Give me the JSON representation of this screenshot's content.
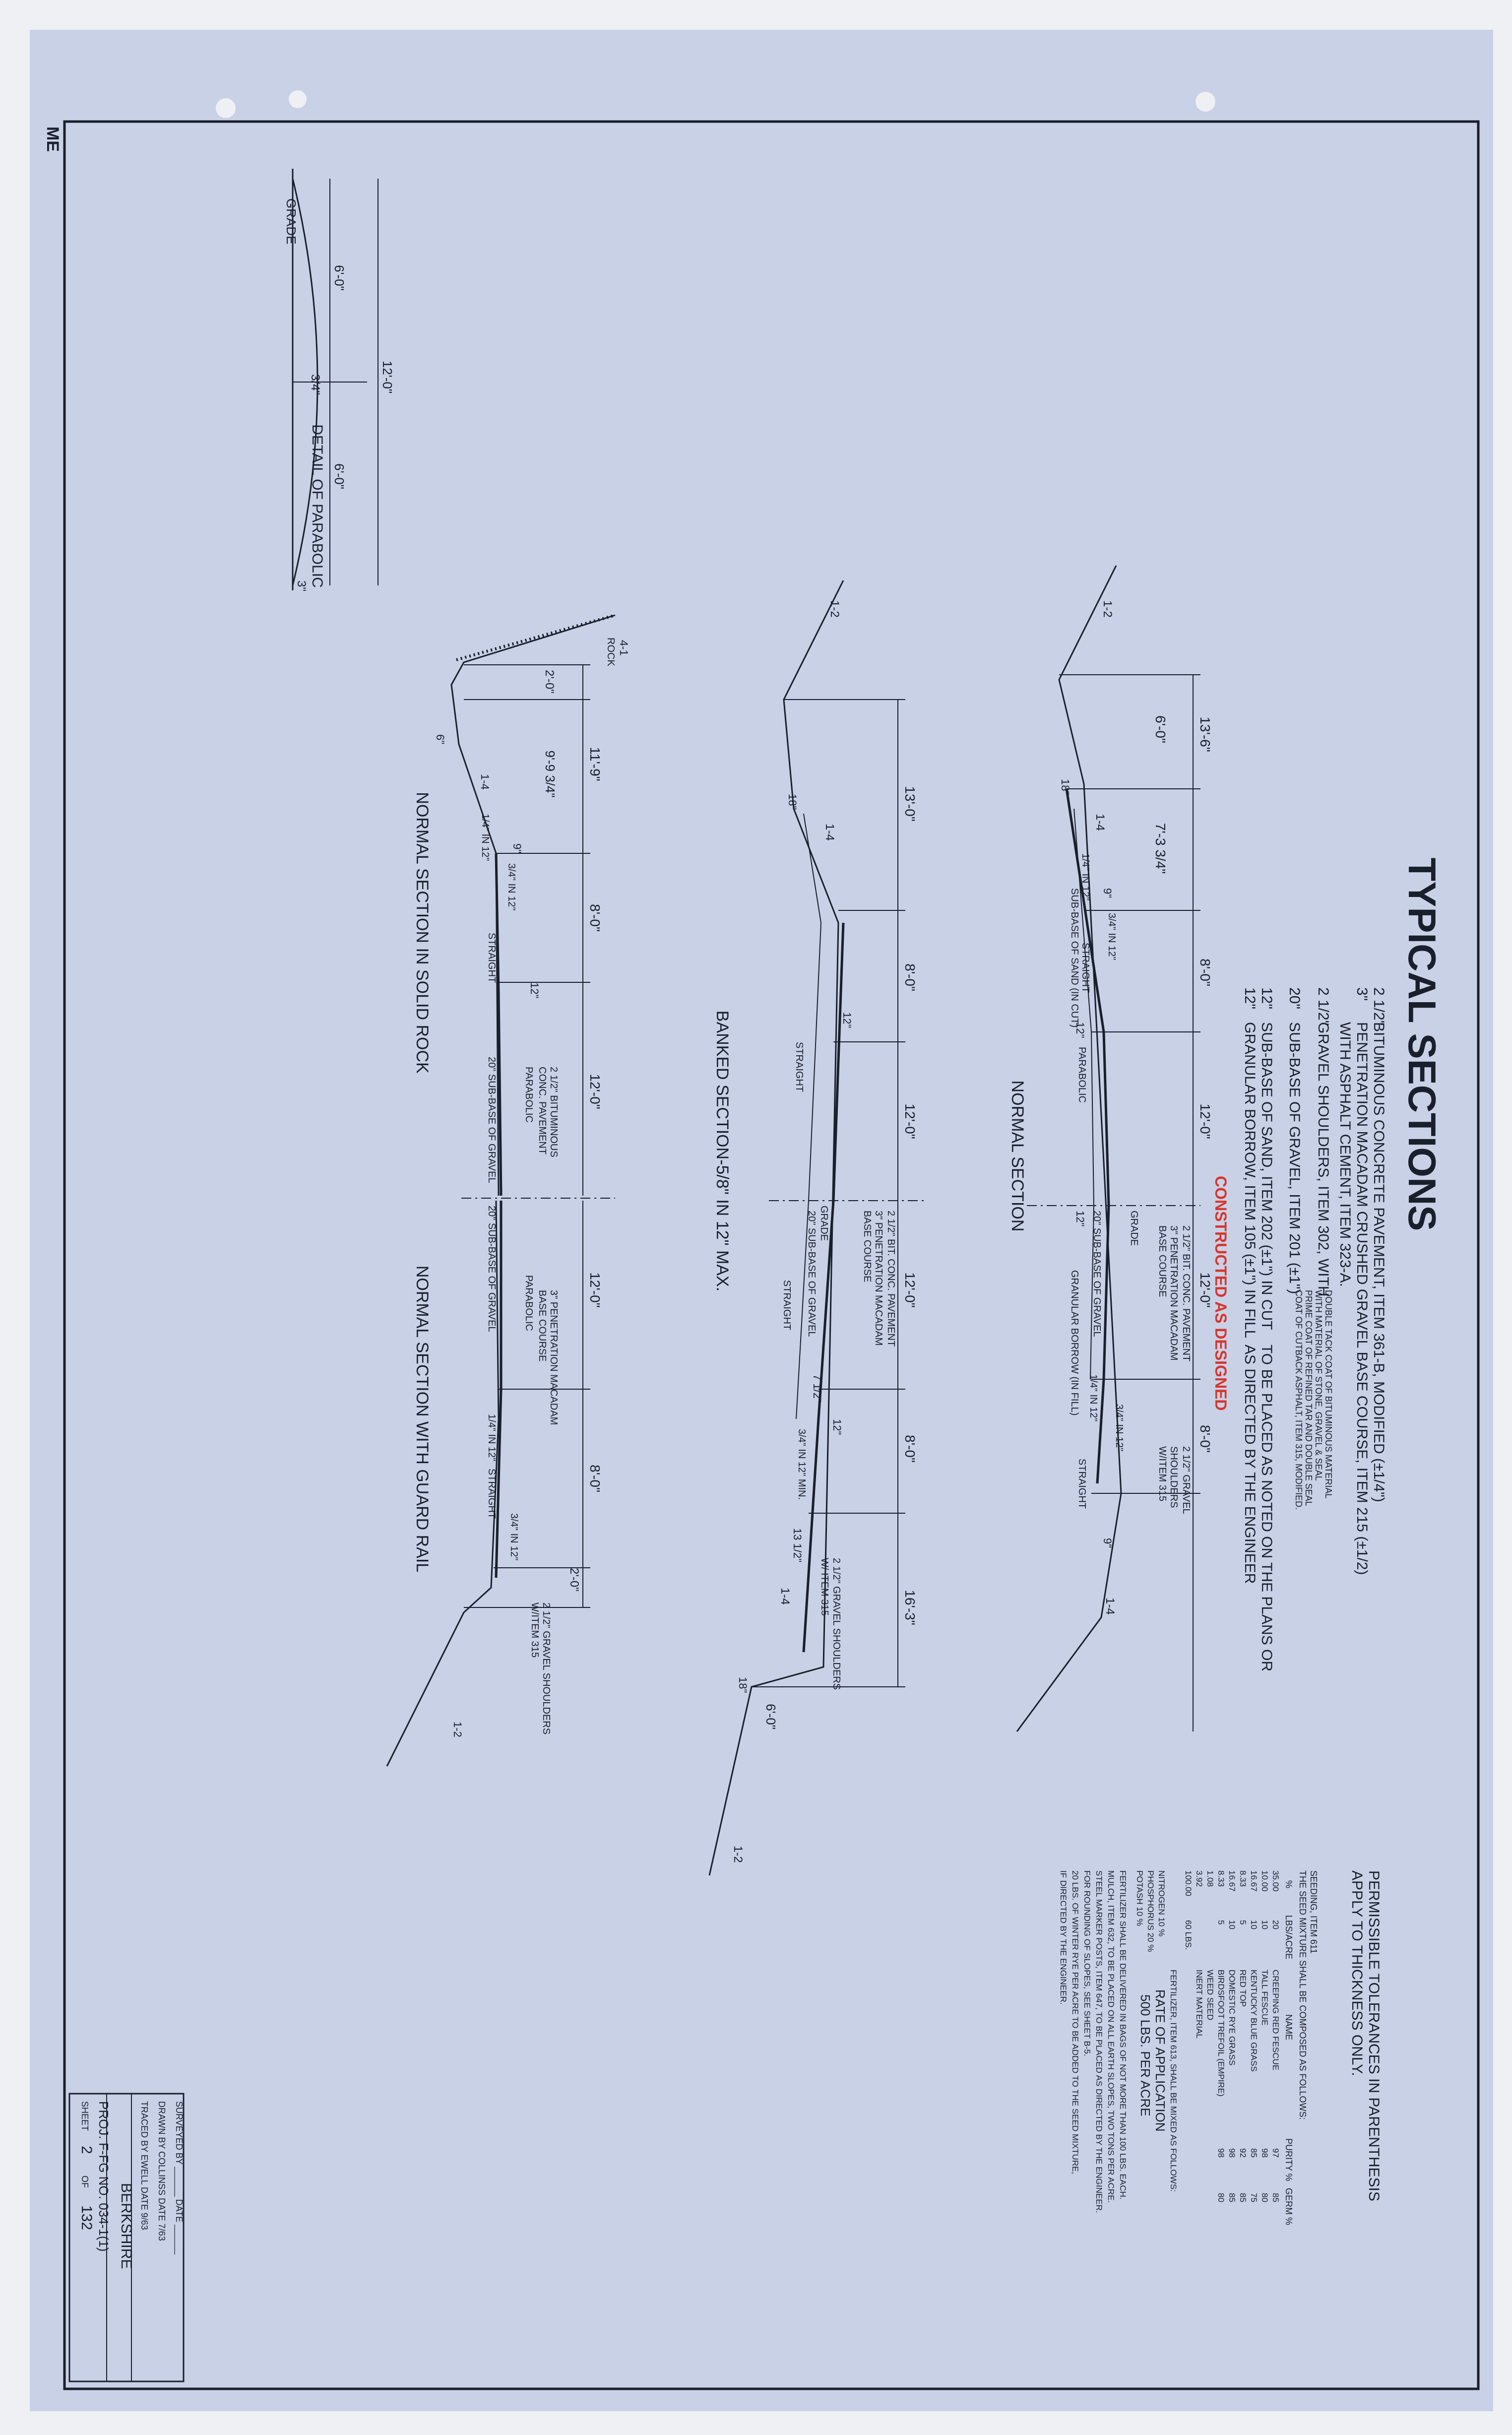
{
  "sheet_title": "TYPICAL SECTIONS",
  "construction_stamp": "CONSTRUCTED AS DESIGNED",
  "corner_mark": "ME",
  "materials": [
    {
      "t": "2 1/2\"",
      "d": "BITUMINOUS CONCRETE PAVEMENT, ITEM 361-B, MODIFIED (±1/4\")"
    },
    {
      "t": "3\"",
      "d": "PENETRATION MACADAM CRUSHED GRAVEL BASE COURSE, ITEM 215 (±1/2)"
    },
    {
      "t": "",
      "d": "WITH ASPHALT CEMENT, ITEM 323-A."
    },
    {
      "t": "2 1/2\"",
      "d": "GRAVEL SHOULDERS, ITEM 302, WITH"
    },
    {
      "t": "20\"",
      "d": "SUB-BASE OF GRAVEL, ITEM 201 (±1\")"
    },
    {
      "t": "12\"",
      "d": "SUB-BASE OF SAND, ITEM 202 (±1\") IN CUT"
    },
    {
      "t": "12\"",
      "d": "GRANULAR BORROW, ITEM 105 (±1\") IN FILL"
    }
  ],
  "shoulder_note": [
    "DOUBLE TACK COAT OF BITUMINOUS MATERIAL",
    "WITH MATERIAL OF STONE, GRAVEL & SEAL",
    "PRIME COAT OF REFINED TAR AND DOUBLE SEAL",
    "COAT OF CUTBACK ASPHALT, ITEM 315, MODIFIED."
  ],
  "placement_note": [
    "TO BE PLACED AS NOTED ON THE PLANS OR",
    "AS DIRECTED BY THE ENGINEER"
  ],
  "parabolic_detail": {
    "title": "DETAIL OF PARABOLIC",
    "grade": "GRADE",
    "dim_total": "12'-0\"",
    "dim_left": "6'-0\"",
    "dim_right": "6'-0\"",
    "rise": "3/4\"",
    "crown": "3\""
  },
  "normal_section": {
    "title": "NORMAL SECTION",
    "slopes": [
      "1-2",
      "1-4",
      "1-4"
    ],
    "dims": [
      "13'-6\"",
      "6'-0\"",
      "7'-3 3/4\"",
      "8'-0\"",
      "12'-0\"",
      "12'-0\"",
      "8'-0\"",
      "9\"",
      "9\"",
      "18\"",
      "12\"",
      "12\""
    ],
    "slope_rates": [
      "1/4\" IN 12\"",
      "3/4\" IN 12\"",
      "3/4\" IN 12\"",
      "1/4\" IN 12\""
    ],
    "labels": [
      "STRAIGHT",
      "PARABOLIC",
      "GRADE",
      "STRAIGHT",
      "SUB-BASE OF SAND (IN CUT)",
      "GRANULAR BORROW (IN FILL)",
      "20\" SUB-BASE OF GRAVEL"
    ],
    "callouts": [
      "2 1/2\" BIT. CONC. PAVEMENT",
      "3\" PENETRATION MACADAM",
      "BASE COURSE",
      "2 1/2\" GRAVEL",
      "SHOULDERS",
      "W/ITEM 315"
    ]
  },
  "banked_section": {
    "title": "BANKED SECTION-5/8\" IN 12\" MAX.",
    "slopes": [
      "1-2",
      "1-4",
      "1-4",
      "1-2"
    ],
    "dims": [
      "13'-0\"",
      "8'-0\"",
      "12'-0\"",
      "12'-0\"",
      "8'-0\"",
      "16'-3\"",
      "6'-0\"",
      "18\"",
      "18\"",
      "12\"",
      "12\"",
      "7 1/2\"",
      "13 1/2\""
    ],
    "slope_rates": [
      "3/4\" IN 12\" MIN."
    ],
    "labels": [
      "STRAIGHT",
      "GRADE",
      "STRAIGHT",
      "20\" SUB-BASE OF GRAVEL"
    ],
    "callouts": [
      "2 1/2\" BIT. CONC. PAVEMENT",
      "3\" PENETRATION MACADAM",
      "BASE COURSE",
      "2 1/2\" GRAVEL SHOULDERS",
      "W/ ITEM 315"
    ]
  },
  "rock_section": {
    "title": "NORMAL SECTION IN SOLID ROCK",
    "slopes": [
      "4-1",
      "1-4"
    ],
    "rock": "ROCK",
    "dims": [
      "2'-0\"",
      "11'-9\"",
      "9'-9 3/4\"",
      "8'-0\"",
      "12'-0\"",
      "6\"",
      "9\"",
      "12\""
    ],
    "slope_rates": [
      "1/4\" IN 12\"",
      "3/4\" IN 12\""
    ],
    "labels": [
      "STRAIGHT",
      "PARABOLIC",
      "20\" SUB-BASE OF GRAVEL"
    ],
    "callouts": [
      "2 1/2\" BITUMINOUS",
      "CONC. PAVEMENT"
    ]
  },
  "guardrail_section": {
    "title": "NORMAL SECTION WITH GUARD RAIL",
    "slopes": [
      "1-2"
    ],
    "dims": [
      "12'-0\"",
      "8'-0\"",
      "2'-0\""
    ],
    "slope_rates": [
      "1/4\" IN 12\"",
      "3/4\" IN 12\""
    ],
    "labels": [
      "STRAIGHT",
      "PARABOLIC",
      "20\" SUB-BASE OF GRAVEL"
    ],
    "callouts": [
      "3\" PENETRATION MACADAM",
      "BASE COURSE",
      "2 1/2\" GRAVEL SHOULDERS",
      "W/ITEM 315"
    ]
  },
  "tolerance_note": [
    "PERMISSIBLE TOLERANCES IN PARENTHESIS",
    "APPLY TO THICKNESS ONLY."
  ],
  "seeding": {
    "heading": [
      "SEEDING, ITEM 611",
      "THE SEED MIXTURE SHALL BE COMPOSED AS FOLLOWS:"
    ],
    "columns": [
      "%",
      "LBS/ACRE",
      "NAME",
      "PURITY %",
      "GERM %"
    ],
    "rows": [
      [
        "35.00",
        "20",
        "CREEPING RED FESCUE",
        "97",
        "85"
      ],
      [
        "10.00",
        "10",
        "TALL FESCUE",
        "98",
        "80"
      ],
      [
        "16.67",
        "10",
        "KENTUCKY BLUE GRASS",
        "85",
        "75"
      ],
      [
        "8.33",
        "5",
        "RED TOP",
        "92",
        "85"
      ],
      [
        "16.67",
        "10",
        "DOMESTIC RYE GRASS",
        "98",
        "85"
      ],
      [
        "8.33",
        "5",
        "BIRDSFOOT TREFOIL (EMPIRE)",
        "98",
        "80"
      ],
      [
        "1.08",
        "",
        "WEED SEED",
        "",
        ""
      ],
      [
        "3.92",
        "",
        "INERT MATERIAL",
        "",
        ""
      ],
      [
        "100.00",
        "60 LBS.",
        "",
        "",
        ""
      ]
    ],
    "fertilizer": [
      "FERTILIZER, ITEM 613, SHALL BE MIXED AS FOLLOWS:",
      "NITROGEN 10 %",
      "PHOSPHORUS 20 %",
      "POTASH 10 %"
    ],
    "application_rate": [
      "RATE OF APPLICATION",
      "500 LBS. PER ACRE"
    ],
    "notes": [
      "FERTILIZER SHALL BE DELIVERED IN BAGS OF NOT MORE THAN 100 LBS. EACH.",
      "MULCH, ITEM 632, TO BE PLACED ON ALL EARTH SLOPES, TWO TONS PER ACRE.",
      "STEEL MARKER POSTS, ITEM 647, TO BE PLACED AS DIRECTED BY THE ENGINEER.",
      "FOR ROUNDING OF SLOPES, SEE SHEET B-5.",
      "20 LBS. OF WINTER RYE PER ACRE TO BE ADDED TO THE SEED MIXTURE,",
      "IF DIRECTED BY THE ENGINEER."
    ]
  },
  "title_block": {
    "surveyed": "SURVEYED BY ______ DATE ______",
    "drawn": "DRAWN BY COLLINSS DATE 7/63",
    "traced": "TRACED BY EWELL DATE 9/63",
    "town": "BERKSHIRE",
    "project": "PROJ. F-FG NO. 034-1(1)",
    "sheet_label": "SHEET",
    "sheet_no": "2",
    "of_label": "OF",
    "sheet_total": "132"
  },
  "colors": {
    "paper": "#c9d1e7",
    "ink": "#1a1f2c",
    "stamp": "#d8352b"
  }
}
